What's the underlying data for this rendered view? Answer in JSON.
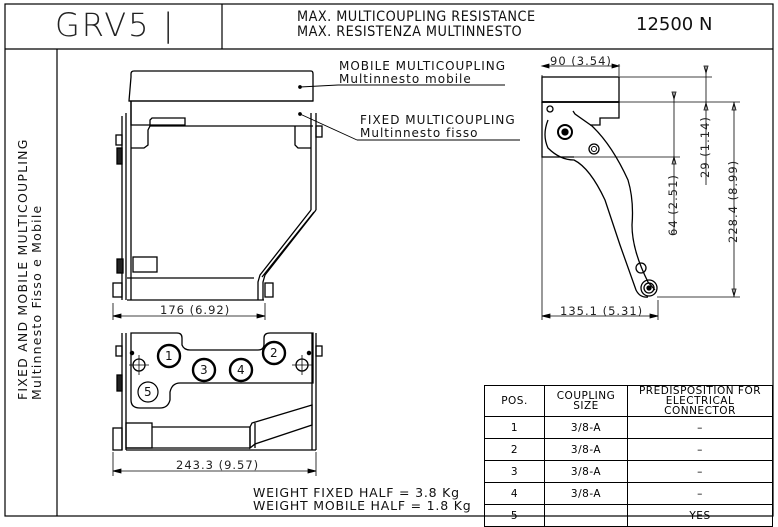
{
  "title_block": {
    "code": "GRV5 |",
    "resistance_label_en": "MAX. MULTICOUPLING RESISTANCE",
    "resistance_label_it": "MAX. RESISTENZA MULTINNESTO",
    "resistance_value": "12500 N"
  },
  "side_title": {
    "en": "FIXED AND MOBILE MULTICOUPLING",
    "it": "Multinnesto Fisso e Mobile"
  },
  "callouts": {
    "mobile_en": "MOBILE MULTICOUPLING",
    "mobile_it": "Multinnesto mobile",
    "fixed_en": "FIXED MULTICOUPLING",
    "fixed_it": "Multinnesto fisso"
  },
  "dimensions": {
    "front_width": "176 (6.92)",
    "bottom_width": "243.3 (9.57)",
    "side_top_width": "90 (3.54)",
    "side_bottom_width": "135.1 (5.31)",
    "height_29": "29 (1.14)",
    "height_64": "64 (2.51)",
    "height_228": "228.4 (8.99)"
  },
  "coupling_positions": [
    "1",
    "2",
    "3",
    "4",
    "5"
  ],
  "weights": {
    "fixed": "WEIGHT FIXED HALF = 3.8 Kg",
    "mobile": "WEIGHT MOBILE HALF = 1.8 Kg"
  },
  "spec_table": {
    "headers": [
      "POS.",
      "COUPLING SIZE",
      "PREDISPOSITION FOR ELECTRICAL CONNECTOR"
    ],
    "header_lines": {
      "pos": "POS.",
      "size_1": "COUPLING",
      "size_2": "SIZE",
      "pred_1": "PREDISPOSITION FOR",
      "pred_2": "ELECTRICAL CONNECTOR"
    },
    "rows": [
      {
        "pos": "1",
        "size": "3/8-A",
        "electrical": "–"
      },
      {
        "pos": "2",
        "size": "3/8-A",
        "electrical": "–"
      },
      {
        "pos": "3",
        "size": "3/8-A",
        "electrical": "–"
      },
      {
        "pos": "4",
        "size": "3/8-A",
        "electrical": "–"
      },
      {
        "pos": "5",
        "size": "–",
        "electrical": "YES"
      }
    ]
  }
}
